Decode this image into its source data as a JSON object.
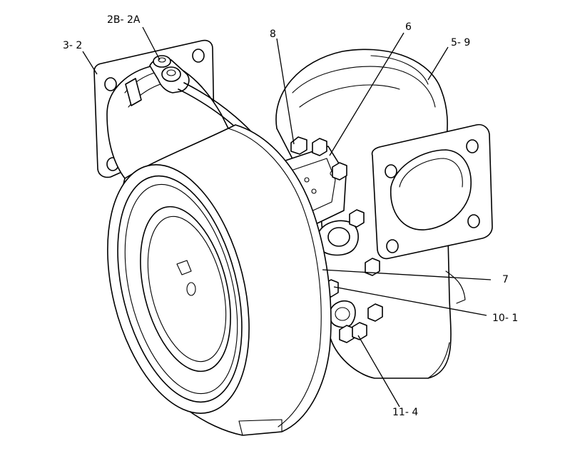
{
  "diagram": {
    "callouts": [
      {
        "id": "c-2b2a",
        "text": "2B- 2A"
      },
      {
        "id": "c-3-2",
        "text": "3- 2"
      },
      {
        "id": "c-8",
        "text": "8"
      },
      {
        "id": "c-6",
        "text": "6"
      },
      {
        "id": "c-5-9",
        "text": "5- 9"
      },
      {
        "id": "c-7",
        "text": "7"
      },
      {
        "id": "c-10-1",
        "text": "10- 1"
      },
      {
        "id": "c-11-4",
        "text": "11- 4"
      }
    ]
  }
}
